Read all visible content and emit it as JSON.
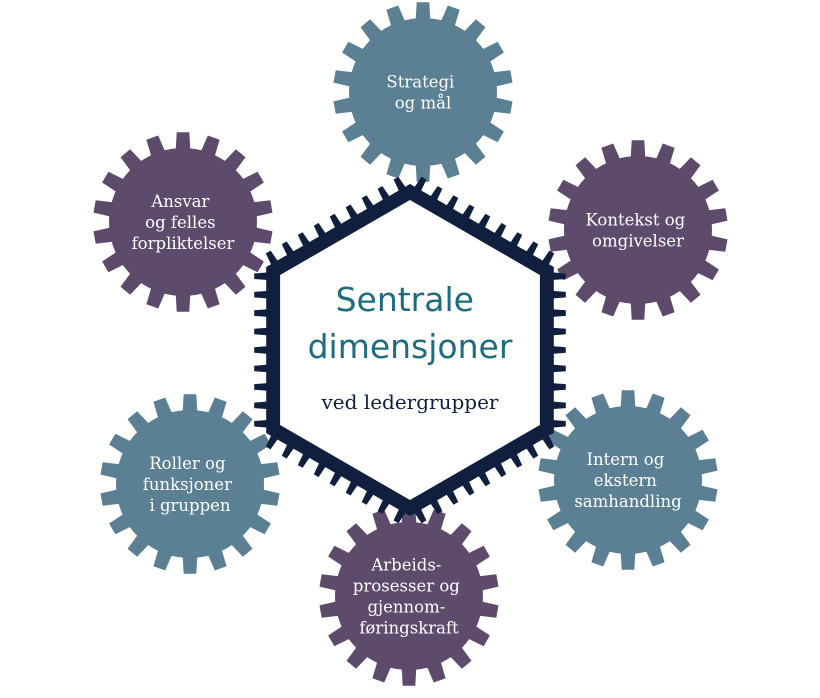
{
  "center": {
    "title_lines": [
      "Sentrale",
      "dimensjoner"
    ],
    "subtitle": "ved ledergrupper"
  },
  "gears": [
    {
      "id": "strategi",
      "lines": [
        "Strategi",
        "og mål"
      ],
      "color": "#5b7f93"
    },
    {
      "id": "kontekst",
      "lines": [
        "Kontekst og",
        "omgivelser"
      ],
      "color": "#5e4a6b"
    },
    {
      "id": "samhandling",
      "lines": [
        "Intern og",
        "ekstern",
        "samhandling"
      ],
      "color": "#5b7f93"
    },
    {
      "id": "arbeidsprosesser",
      "lines": [
        "Arbeids-",
        "prosesser og",
        "gjennom-",
        "føringskraft"
      ],
      "color": "#5e4a6b"
    },
    {
      "id": "roller",
      "lines": [
        "Roller og",
        "funksjoner",
        "i gruppen"
      ],
      "color": "#5b7f93"
    },
    {
      "id": "ansvar",
      "lines": [
        "Ansvar",
        "og felles",
        "forpliktelser"
      ],
      "color": "#5e4a6b"
    }
  ],
  "colors": {
    "teal_gear": "#5b7f93",
    "purple_gear": "#5e4a6b",
    "hex_ring": "#0f1f3d",
    "title": "#1e6c7e"
  }
}
